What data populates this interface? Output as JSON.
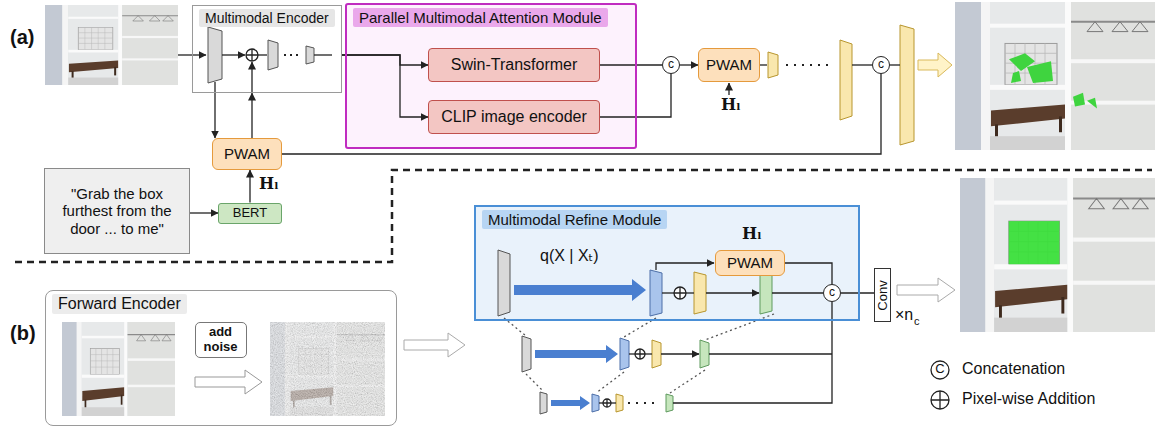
{
  "diagram": {
    "nodes": [
      {
        "text": [
          "Multimodal Encoder"
        ]
      },
      {
        "text": [
          "Parallel Multimodal Attention Module"
        ]
      },
      {
        "text": [
          "Swin-Transformer"
        ],
        "in": 1
      },
      {
        "text": [
          "CLIP image encoder"
        ],
        "in": 1
      },
      {
        "text": [
          "c"
        ]
      },
      {
        "text": [
          "PWAM"
        ]
      },
      {
        "text": [
          "c"
        ]
      },
      {
        "text": [
          "PWAM"
        ]
      },
      {
        "text": [
          "\"Grab the box furthest from the door ... to me\""
        ]
      },
      {
        "text": [
          "BERT"
        ]
      },
      {
        "text": [
          "Forward Encoder"
        ]
      },
      {
        "text": [
          "add noise"
        ],
        "in": 10
      },
      {
        "text": [
          "Multimodal Refine Module"
        ]
      },
      {
        "text": [
          "PWAM"
        ],
        "in": 12
      },
      {
        "text": [
          "c"
        ],
        "in": 12
      },
      {
        "text": [
          "Conv"
        ]
      }
    ],
    "edges": [
      {
        "from": 0,
        "to": 2,
        "arrow": "to"
      },
      {
        "from": 0,
        "to": 3,
        "arrow": "to"
      },
      {
        "from": 2,
        "to": 4,
        "arrow": "none"
      },
      {
        "from": 3,
        "to": 4,
        "arrow": "none"
      },
      {
        "from": 4,
        "to": 5,
        "arrow": "to"
      },
      {
        "from": 0,
        "to": 7,
        "arrow": "to"
      },
      {
        "from": 7,
        "to": 0,
        "arrow": "to"
      },
      {
        "from": 9,
        "to": 7,
        "label": "Hₗ",
        "arrow": "to"
      },
      {
        "from": 8,
        "to": 9,
        "arrow": "to"
      },
      {
        "from": 7,
        "to": 6,
        "arrow": "none"
      },
      {
        "from": 13,
        "to": 14,
        "arrow": "none"
      },
      {
        "from": 14,
        "to": 15,
        "arrow": "none"
      }
    ],
    "labels": [
      "(a)",
      "Hₗ",
      "(b)",
      "q(X | Xₜ)",
      "Hₗ",
      "×n",
      "c",
      "C"
    ],
    "legend": [
      {
        "text": "Concatenation"
      },
      {
        "text": "Pixel-wise Addition"
      }
    ]
  }
}
